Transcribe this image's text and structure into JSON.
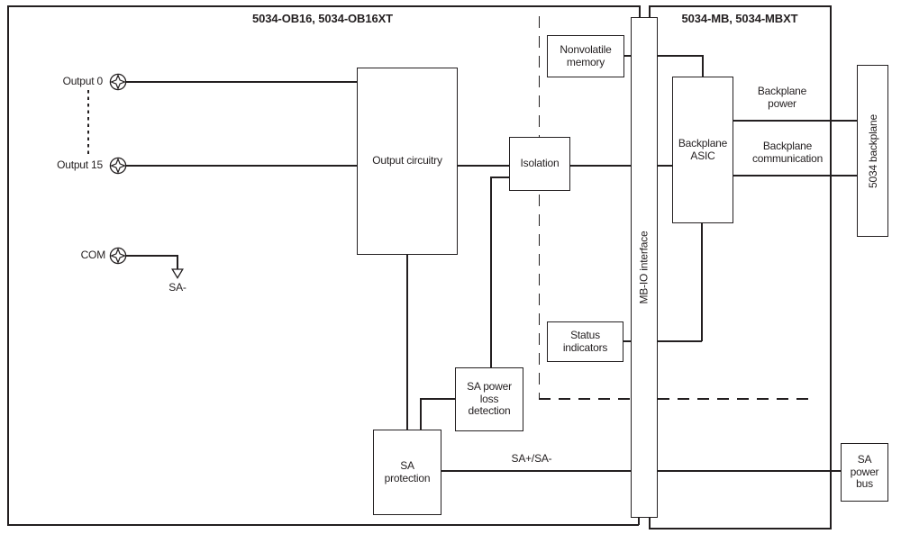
{
  "left_module": {
    "title": "5034-OB16, 5034-OB16XT",
    "terminals": [
      {
        "label": "Output 0"
      },
      {
        "label": "Output 15"
      },
      {
        "label": "COM"
      }
    ],
    "sa_minus_label": "SA-",
    "blocks": {
      "output_circuitry": "Output circuitry",
      "isolation": "Isolation",
      "nonvolatile_memory": "Nonvolatile\nmemory",
      "status_indicators": "Status\nindicators",
      "sa_power_loss_detection": "SA power\nloss\ndetection",
      "sa_protection": "SA\nprotection"
    },
    "wire_labels": {
      "sa_bus": "SA+/SA-"
    }
  },
  "interface_bar": {
    "label": "MB-IO interface"
  },
  "right_module": {
    "title": "5034-MB, 5034-MBXT",
    "blocks": {
      "backplane_asic": "Backplane\nASIC",
      "sa_power_bus": "SA\npower\nbus",
      "backplane": "5034 backplane"
    },
    "wire_labels": {
      "backplane_power": "Backplane\npower",
      "backplane_communication": "Backplane\ncommunication"
    }
  },
  "colors": {
    "line": "#231f20",
    "text": "#231f20",
    "background": "#ffffff"
  }
}
